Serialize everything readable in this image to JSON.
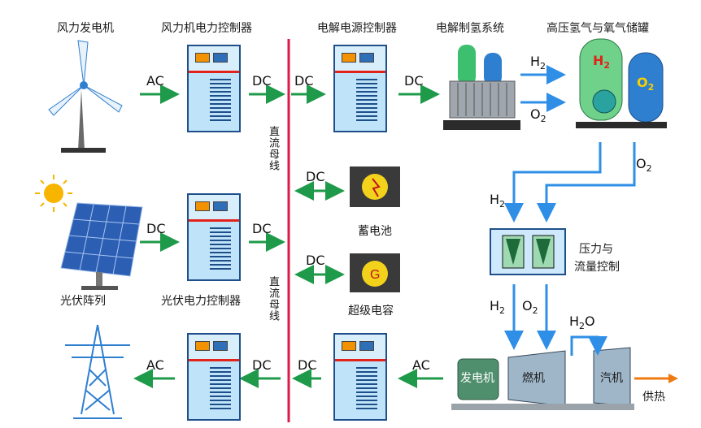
{
  "labels": {
    "wind_generator": "风力发电机",
    "wind_controller": "风力机电力控制器",
    "electrolysis_controller": "电解电源控制器",
    "electrolysis_system": "电解制氢系统",
    "storage_tanks": "高压氢气与氧气储罐",
    "pv_array": "光伏阵列",
    "pv_controller": "光伏电力控制器",
    "battery": "蓄电池",
    "supercap": "超级电容",
    "pressure_flow_line1": "压力与",
    "pressure_flow_line2": "流量控制",
    "dc_bus_top": "直流母线",
    "dc_bus_bottom": "直流母线",
    "generator": "发电机",
    "combustor": "燃机",
    "turbine": "汽机",
    "heat_supply": "供热"
  },
  "flows": {
    "ac": "AC",
    "dc": "DC"
  },
  "chem": {
    "h": "H",
    "o": "O",
    "sub2": "2",
    "water_h": "H",
    "water_o": "O"
  },
  "colors": {
    "green_arrow": "#1e9a4a",
    "blue_arrow": "#2f8fe6",
    "bus_red": "#d81b4a",
    "orange_arrow": "#f07a12"
  }
}
